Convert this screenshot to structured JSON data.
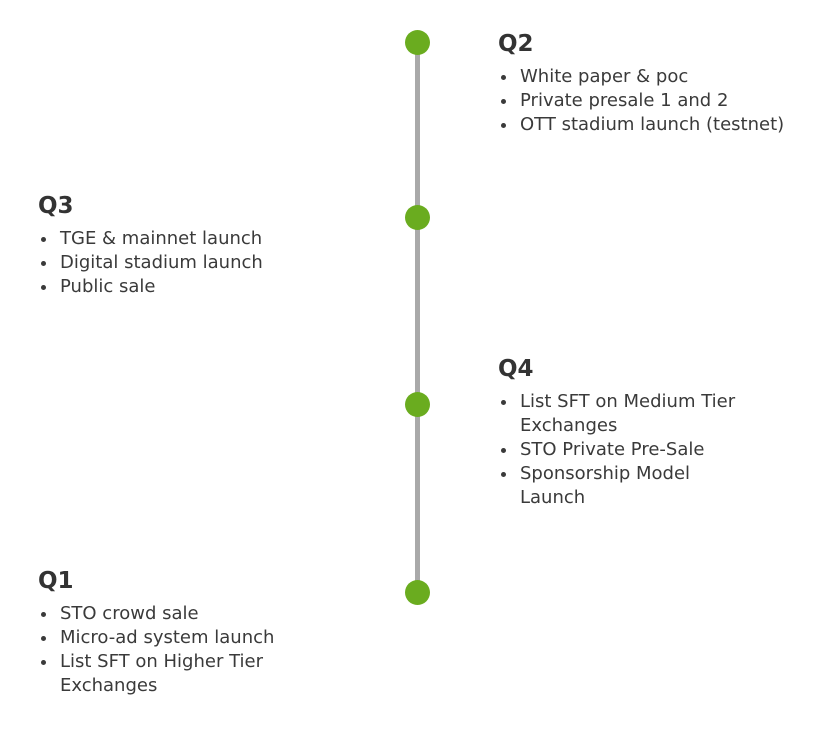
{
  "colors": {
    "dot": "#6aac1f",
    "line": "#a9a9a9",
    "text": "#333333"
  },
  "milestones": [
    {
      "title": "Q2",
      "items": [
        "White paper & poc",
        "Private presale 1 and 2",
        "OTT stadium launch (testnet)"
      ]
    },
    {
      "title": "Q3",
      "items": [
        "TGE & mainnet launch",
        "Digital stadium launch",
        "Public sale"
      ]
    },
    {
      "title": "Q4",
      "items": [
        "List SFT on Medium Tier Exchanges",
        "STO Private Pre-Sale",
        "Sponsorship Model Launch"
      ]
    },
    {
      "title": "Q1",
      "items": [
        "STO crowd sale",
        "Micro-ad system launch",
        "List SFT on Higher Tier Exchanges"
      ]
    }
  ]
}
